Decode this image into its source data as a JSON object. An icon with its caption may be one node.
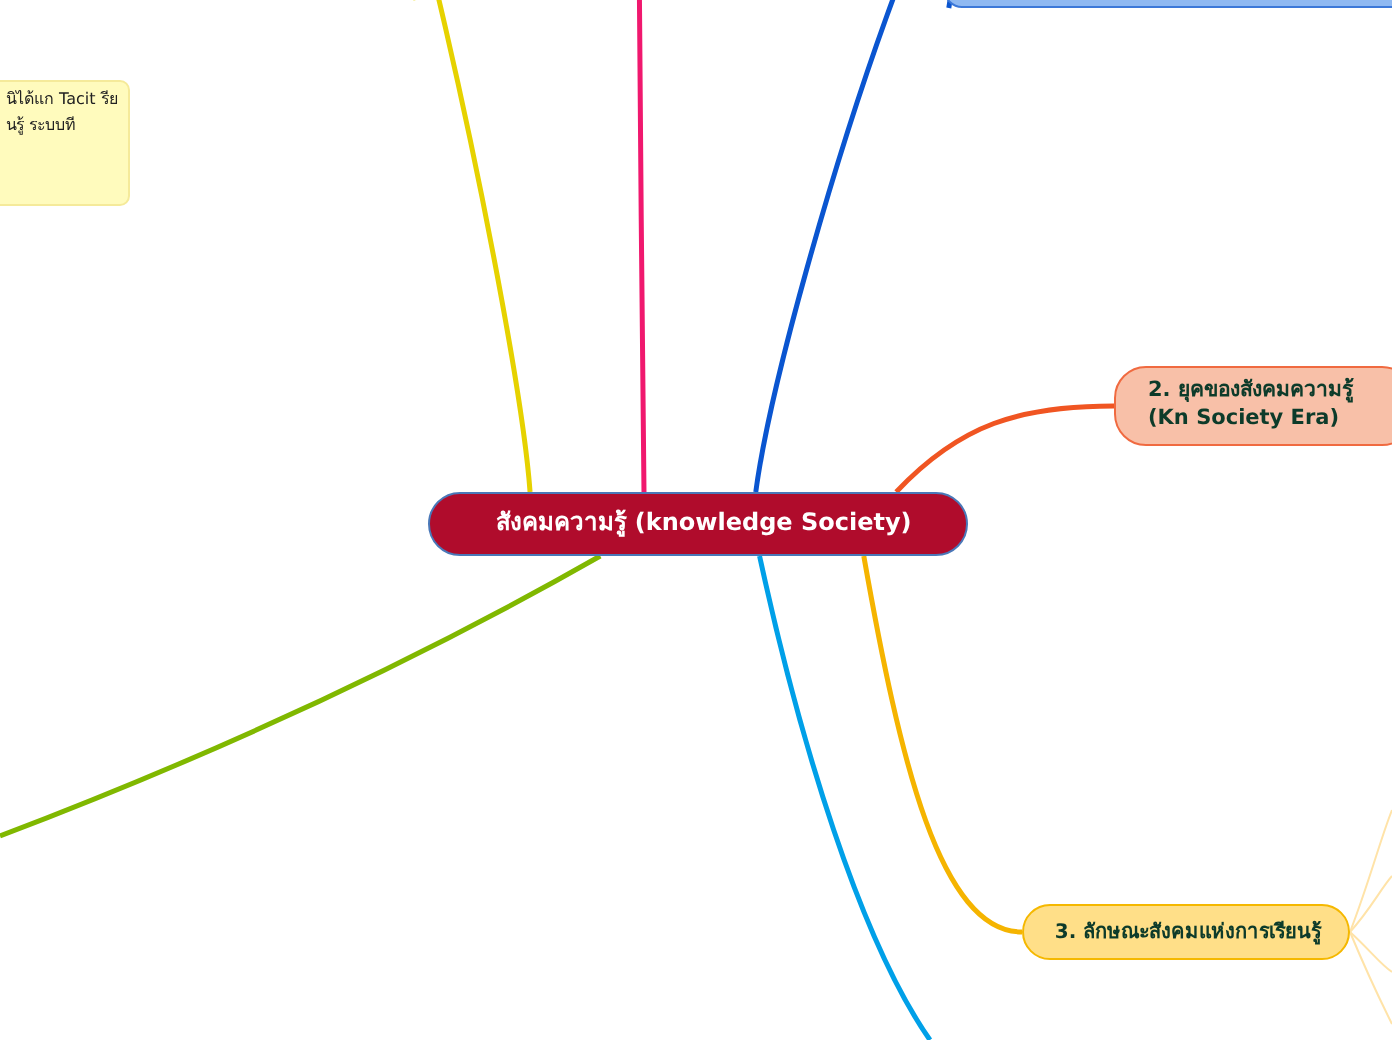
{
  "diagram": {
    "nodes": [
      {
        "text": [
          "สังคมความรู้ (knowledge Society)"
        ]
      },
      {
        "text": [],
        "shape": "box"
      },
      {
        "text": [
          "2. ยุคของสังคมความรู้ (Kn Society Era)"
        ]
      },
      {
        "text": [
          "3. ลักษณะสังคมแห่งการเรียนรู้"
        ]
      },
      {
        "text": [
          "นิได้แก Tacit รียนรู้ ระบบที"
        ]
      }
    ],
    "edges": [
      {
        "from": 0,
        "to": null,
        "arrow": "none",
        "color": "#e6d200"
      },
      {
        "from": 0,
        "to": null,
        "arrow": "none",
        "color": "#f0186e"
      },
      {
        "from": 0,
        "to": 1,
        "arrow": "none",
        "color": "#0a55d0"
      },
      {
        "from": 0,
        "to": 2,
        "arrow": "none",
        "color": "#f05522"
      },
      {
        "from": 0,
        "to": 3,
        "arrow": "none",
        "color": "#f5b400"
      },
      {
        "from": 0,
        "to": null,
        "arrow": "none",
        "color": "#00a0e8"
      },
      {
        "from": 0,
        "to": null,
        "arrow": "none",
        "color": "#80b800"
      },
      {
        "from": 3,
        "to": null,
        "arrow": "none",
        "color": "#ffe3a8"
      },
      {
        "from": 3,
        "to": null,
        "arrow": "none",
        "color": "#ffe3a8"
      },
      {
        "from": 3,
        "to": null,
        "arrow": "none",
        "color": "#ffe3a8"
      },
      {
        "from": 3,
        "to": null,
        "arrow": "none",
        "color": "#ffe3a8"
      }
    ]
  }
}
